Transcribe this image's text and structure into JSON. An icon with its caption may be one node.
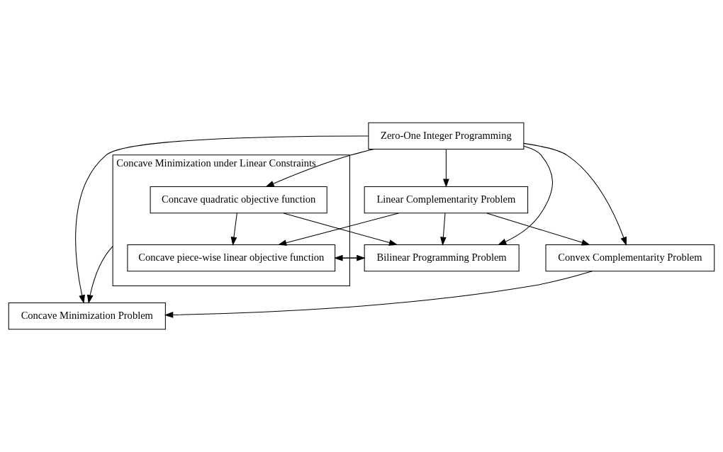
{
  "diagram": {
    "nodes": [
      {
        "text": [
          "Zero-One Integer Programming"
        ]
      },
      {
        "text": [
          "Convex Complementarity Problem"
        ]
      },
      {
        "text": [
          "Concave Minimization under Linear Constraints"
        ]
      },
      {
        "text": [
          "Concave quadratic objective function"
        ],
        "in": 2
      },
      {
        "text": [
          "Concave piece-wise linear objective function"
        ],
        "in": 2
      },
      {
        "text": [
          "Linear Complementarity Problem"
        ]
      },
      {
        "text": [
          "Bilinear Programming Problem"
        ]
      },
      {
        "text": [
          "Concave Minimization Problem"
        ]
      }
    ],
    "edges": [
      {
        "from": 0,
        "to": 1,
        "arrow": "to"
      },
      {
        "from": 0,
        "to": 7,
        "arrow": "to"
      },
      {
        "from": 0,
        "to": 3,
        "arrow": "to"
      },
      {
        "from": 0,
        "to": 5,
        "arrow": "to"
      },
      {
        "from": 0,
        "to": 6,
        "arrow": "to"
      },
      {
        "from": 5,
        "to": 1,
        "arrow": "to"
      },
      {
        "from": 5,
        "to": 6,
        "arrow": "to"
      },
      {
        "from": 3,
        "to": 4,
        "arrow": "to"
      },
      {
        "from": 3,
        "to": 6,
        "arrow": "to"
      },
      {
        "from": 4,
        "to": 6,
        "arrow": "to"
      },
      {
        "from": 6,
        "to": 4,
        "arrow": "to"
      },
      {
        "from": 5,
        "to": 4,
        "arrow": "to"
      },
      {
        "from": 1,
        "to": 7,
        "arrow": "to"
      },
      {
        "from": 2,
        "to": 7,
        "arrow": "to"
      }
    ]
  }
}
